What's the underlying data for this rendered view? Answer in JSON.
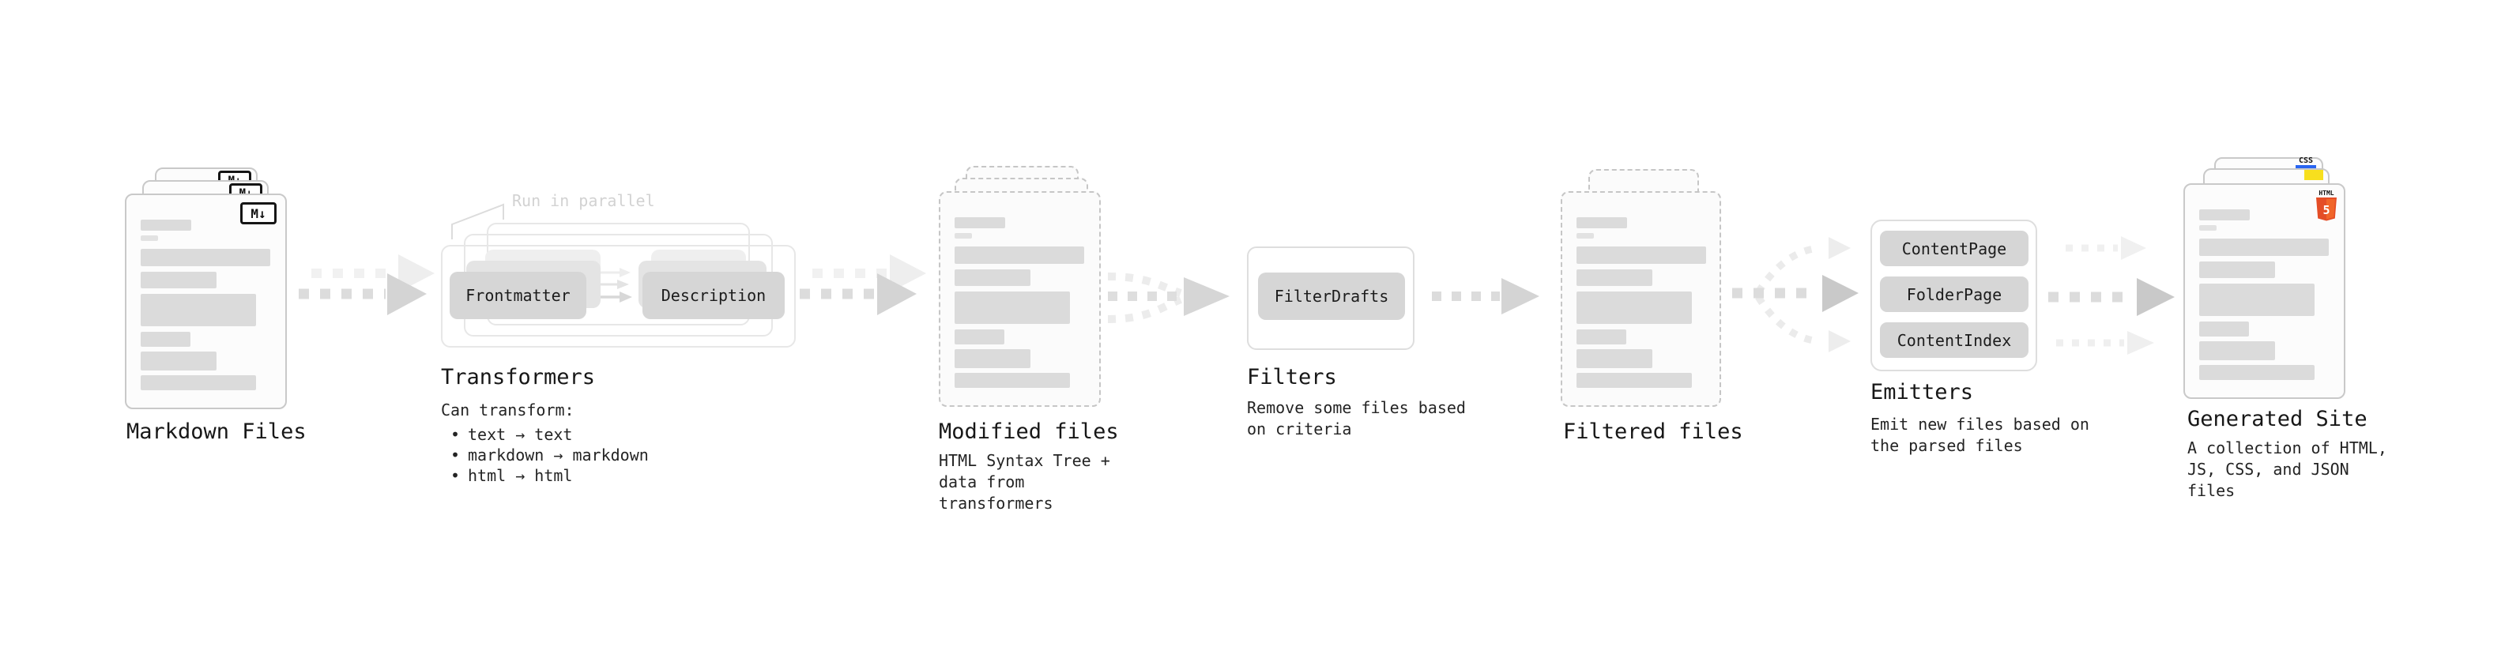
{
  "markdown_files": {
    "label": "Markdown Files",
    "icon": "M↓"
  },
  "transformers": {
    "title": "Transformers",
    "parallel_note": "Run in parallel",
    "input_node": "Frontmatter",
    "output_node": "Description",
    "description_heading": "Can transform:",
    "bullet": "•",
    "bullets": [
      "text → text",
      "markdown → markdown",
      "html → html"
    ]
  },
  "modified_files": {
    "label": "Modified files",
    "description": "HTML Syntax Tree +\ndata from transformers"
  },
  "filters": {
    "title": "Filters",
    "node": "FilterDrafts",
    "description": "Remove some files based\non criteria"
  },
  "filtered_files": {
    "label": "Filtered files"
  },
  "emitters": {
    "title": "Emitters",
    "nodes": [
      "ContentPage",
      "FolderPage",
      "ContentIndex"
    ],
    "description": "Emit new files based on\nthe parsed files"
  },
  "generated_site": {
    "label": "Generated Site",
    "description": "A collection of HTML,\nJS, CSS, and JSON files",
    "file_icons": {
      "css_label": "CSS",
      "html_label": "HTML",
      "html_number": "5"
    }
  },
  "colors": {
    "html5_orange": "#e44d26",
    "html5_orange_light": "#f16529",
    "js_yellow": "#f7df1e",
    "css_blue": "#2965f1"
  }
}
